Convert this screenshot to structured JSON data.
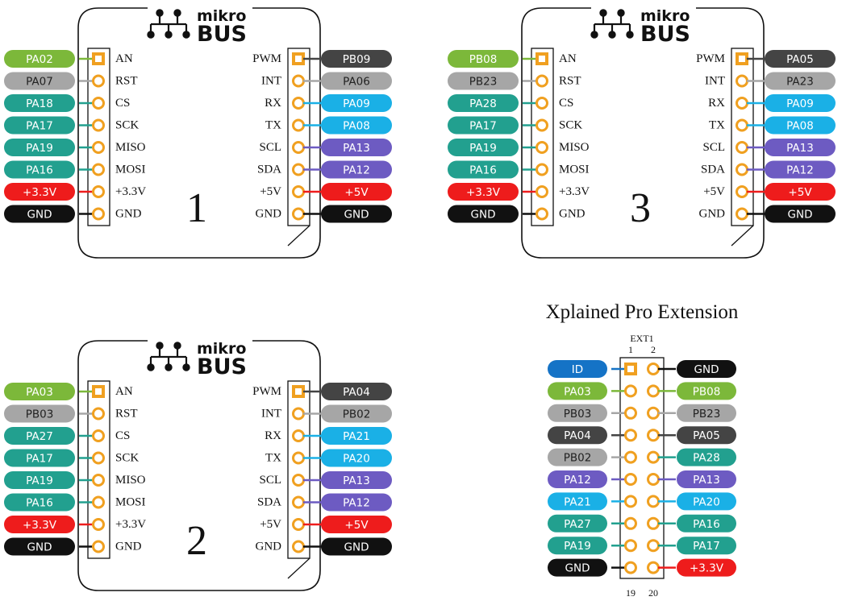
{
  "colors": {
    "green": "#7cb83a",
    "grey": "#a6a6a6",
    "teal": "#22a08f",
    "red": "#ee1c1c",
    "black": "#111111",
    "darkgrey": "#444444",
    "blue": "#1ab0e6",
    "purple": "#6d5bc2",
    "darkblue": "#1573c6",
    "pin_orange": "#f0a020"
  },
  "logo": {
    "word1": "mikro",
    "word2": "BUS"
  },
  "pin_labels": {
    "left": [
      "AN",
      "RST",
      "CS",
      "SCK",
      "MISO",
      "MOSI",
      "+3.3V",
      "GND"
    ],
    "right": [
      "PWM",
      "INT",
      "RX",
      "TX",
      "SCL",
      "SDA",
      "+5V",
      "GND"
    ]
  },
  "mikrobus_slots": [
    {
      "number": "1",
      "left": [
        {
          "label": "PA02",
          "color": "green"
        },
        {
          "label": "PA07",
          "color": "grey"
        },
        {
          "label": "PA18",
          "color": "teal"
        },
        {
          "label": "PA17",
          "color": "teal"
        },
        {
          "label": "PA19",
          "color": "teal"
        },
        {
          "label": "PA16",
          "color": "teal"
        },
        {
          "label": "+3.3V",
          "color": "red"
        },
        {
          "label": "GND",
          "color": "black"
        }
      ],
      "right": [
        {
          "label": "PB09",
          "color": "darkgrey"
        },
        {
          "label": "PA06",
          "color": "grey"
        },
        {
          "label": "PA09",
          "color": "blue"
        },
        {
          "label": "PA08",
          "color": "blue"
        },
        {
          "label": "PA13",
          "color": "purple"
        },
        {
          "label": "PA12",
          "color": "purple"
        },
        {
          "label": "+5V",
          "color": "red"
        },
        {
          "label": "GND",
          "color": "black"
        }
      ]
    },
    {
      "number": "3",
      "left": [
        {
          "label": "PB08",
          "color": "green"
        },
        {
          "label": "PB23",
          "color": "grey"
        },
        {
          "label": "PA28",
          "color": "teal"
        },
        {
          "label": "PA17",
          "color": "teal"
        },
        {
          "label": "PA19",
          "color": "teal"
        },
        {
          "label": "PA16",
          "color": "teal"
        },
        {
          "label": "+3.3V",
          "color": "red"
        },
        {
          "label": "GND",
          "color": "black"
        }
      ],
      "right": [
        {
          "label": "PA05",
          "color": "darkgrey"
        },
        {
          "label": "PA23",
          "color": "grey"
        },
        {
          "label": "PA09",
          "color": "blue"
        },
        {
          "label": "PA08",
          "color": "blue"
        },
        {
          "label": "PA13",
          "color": "purple"
        },
        {
          "label": "PA12",
          "color": "purple"
        },
        {
          "label": "+5V",
          "color": "red"
        },
        {
          "label": "GND",
          "color": "black"
        }
      ]
    },
    {
      "number": "2",
      "left": [
        {
          "label": "PA03",
          "color": "green"
        },
        {
          "label": "PB03",
          "color": "grey"
        },
        {
          "label": "PA27",
          "color": "teal"
        },
        {
          "label": "PA17",
          "color": "teal"
        },
        {
          "label": "PA19",
          "color": "teal"
        },
        {
          "label": "PA16",
          "color": "teal"
        },
        {
          "label": "+3.3V",
          "color": "red"
        },
        {
          "label": "GND",
          "color": "black"
        }
      ],
      "right": [
        {
          "label": "PA04",
          "color": "darkgrey"
        },
        {
          "label": "PB02",
          "color": "grey"
        },
        {
          "label": "PA21",
          "color": "blue"
        },
        {
          "label": "PA20",
          "color": "blue"
        },
        {
          "label": "PA13",
          "color": "purple"
        },
        {
          "label": "PA12",
          "color": "purple"
        },
        {
          "label": "+5V",
          "color": "red"
        },
        {
          "label": "GND",
          "color": "black"
        }
      ]
    }
  ],
  "extension": {
    "title": "Xplained Pro Extension",
    "header_name": "EXT1",
    "col_top_left": "1",
    "col_top_right": "2",
    "col_bottom_left": "19",
    "col_bottom_right": "20",
    "rows": [
      {
        "left": {
          "label": "ID",
          "color": "darkblue"
        },
        "right": {
          "label": "GND",
          "color": "black"
        }
      },
      {
        "left": {
          "label": "PA03",
          "color": "green"
        },
        "right": {
          "label": "PB08",
          "color": "green"
        }
      },
      {
        "left": {
          "label": "PB03",
          "color": "grey"
        },
        "right": {
          "label": "PB23",
          "color": "grey"
        }
      },
      {
        "left": {
          "label": "PA04",
          "color": "darkgrey"
        },
        "right": {
          "label": "PA05",
          "color": "darkgrey"
        }
      },
      {
        "left": {
          "label": "PB02",
          "color": "grey"
        },
        "right": {
          "label": "PA28",
          "color": "teal"
        }
      },
      {
        "left": {
          "label": "PA12",
          "color": "purple"
        },
        "right": {
          "label": "PA13",
          "color": "purple"
        }
      },
      {
        "left": {
          "label": "PA21",
          "color": "blue"
        },
        "right": {
          "label": "PA20",
          "color": "blue"
        }
      },
      {
        "left": {
          "label": "PA27",
          "color": "teal"
        },
        "right": {
          "label": "PA16",
          "color": "teal"
        }
      },
      {
        "left": {
          "label": "PA19",
          "color": "teal"
        },
        "right": {
          "label": "PA17",
          "color": "teal"
        }
      },
      {
        "left": {
          "label": "GND",
          "color": "black"
        },
        "right": {
          "label": "+3.3V",
          "color": "red"
        }
      }
    ]
  }
}
